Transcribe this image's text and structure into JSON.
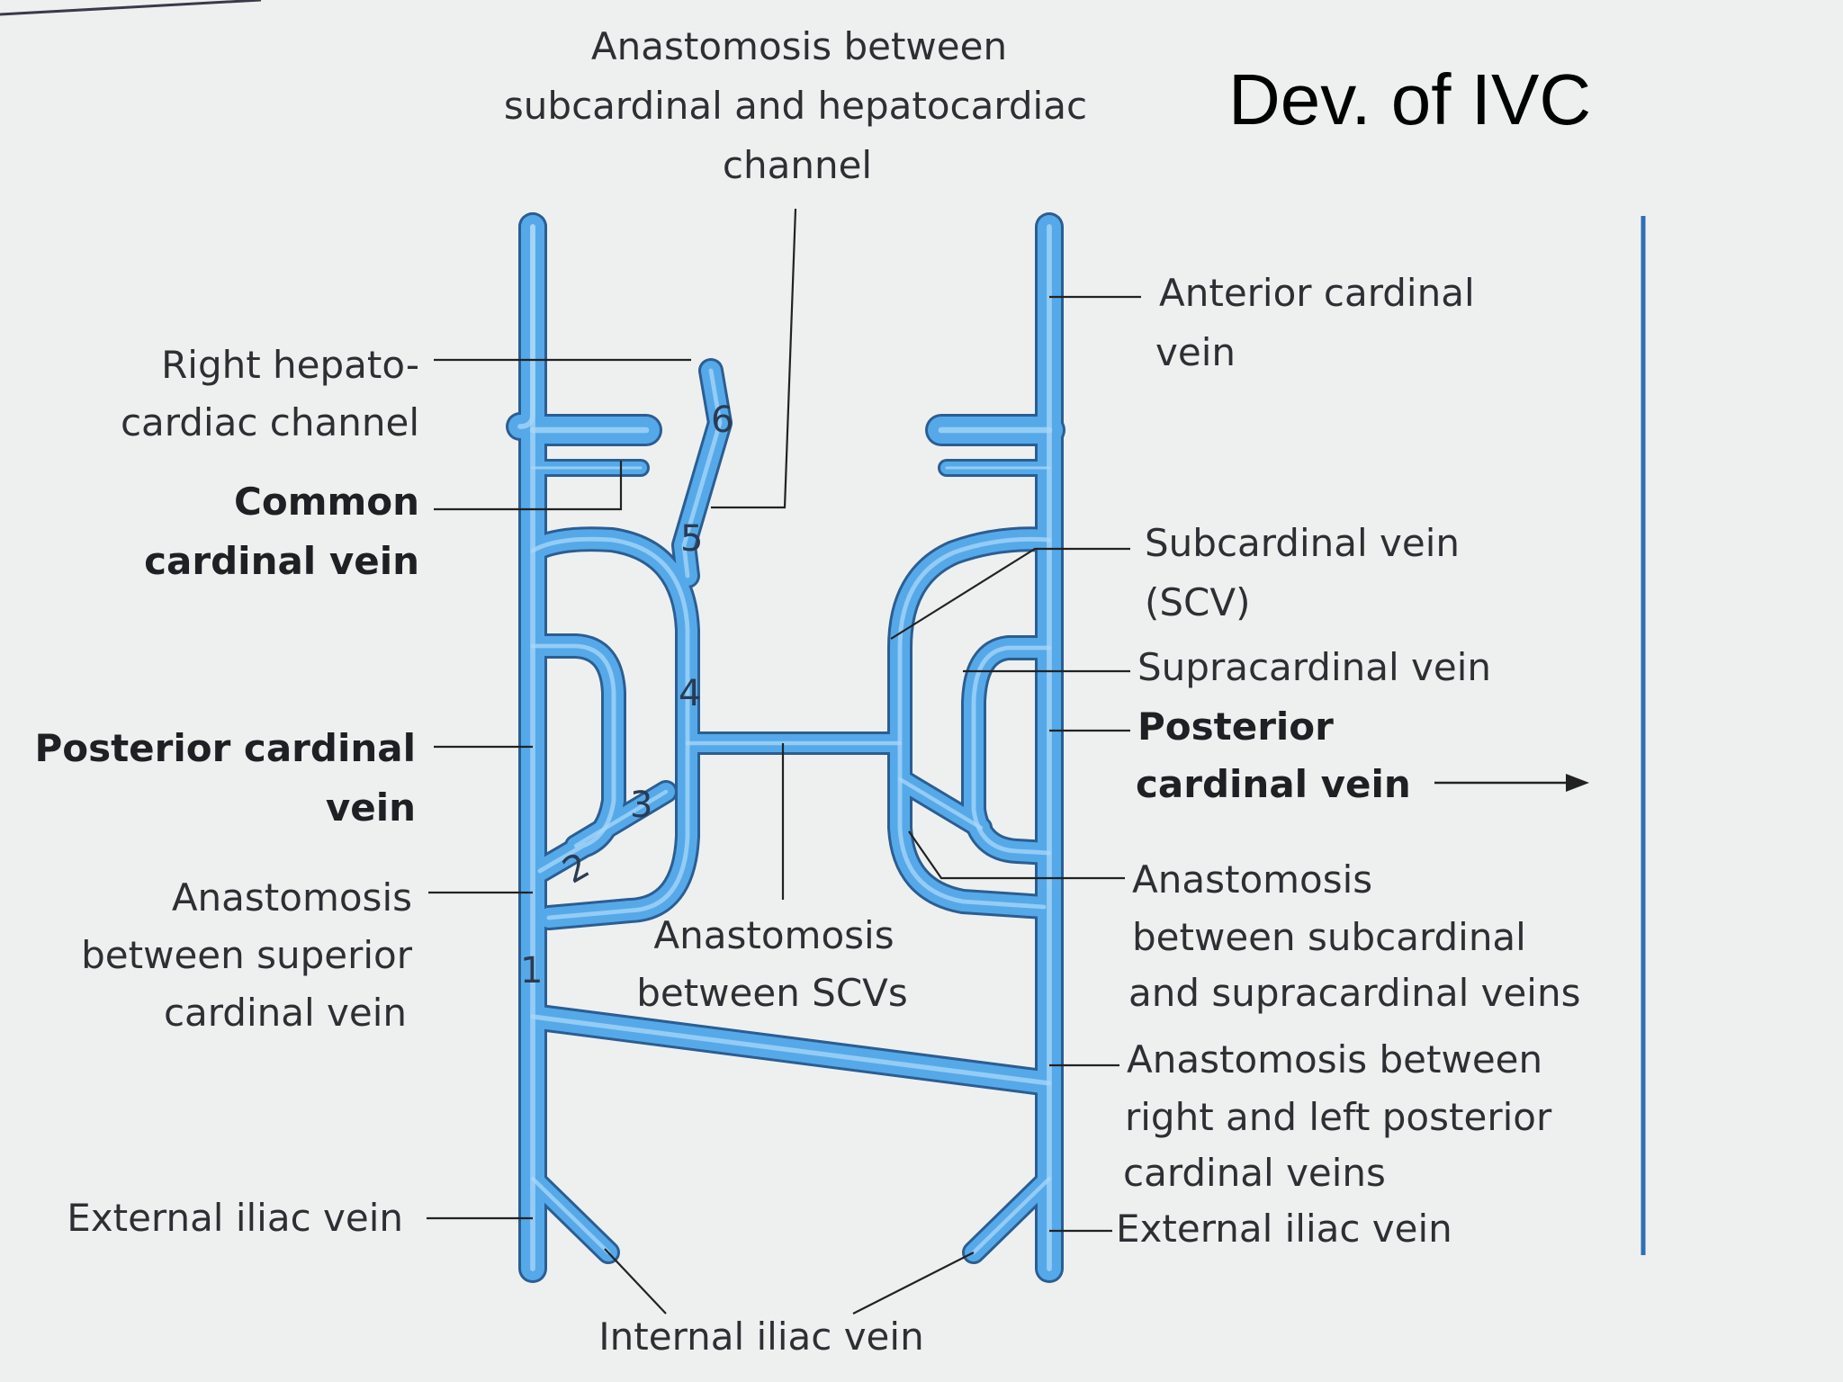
{
  "title": "Dev. of IVC",
  "labels": {
    "top_anastomosis": [
      "Anastomosis between",
      "subcardinal and hepatocardiac",
      "channel"
    ],
    "right_hepatocardiac": [
      "Right hepato-",
      "cardiac channel"
    ],
    "common_cardinal": [
      "Common",
      "cardinal vein"
    ],
    "posterior_cardinal_left": [
      "Posterior cardinal",
      "vein"
    ],
    "anast_superior_cardinal": [
      "Anastomosis",
      "between superior",
      "cardinal vein"
    ],
    "external_iliac_left": "External iliac vein",
    "internal_iliac": "Internal iliac vein",
    "anast_scvs": [
      "Anastomosis",
      "between SCVs"
    ],
    "anterior_cardinal": [
      "Anterior cardinal",
      "vein"
    ],
    "subcardinal": [
      "Subcardinal vein",
      "(SCV)"
    ],
    "supracardinal": "Supracardinal vein",
    "posterior_cardinal_right": [
      "Posterior",
      "cardinal vein"
    ],
    "anast_sub_supra": [
      "Anastomosis",
      "between subcardinal",
      "and supracardinal veins"
    ],
    "anast_posterior": [
      "Anastomosis between",
      "right and left posterior",
      "cardinal veins"
    ],
    "external_iliac_right": "External iliac vein"
  },
  "segment_numbers": [
    "1",
    "2",
    "3",
    "4",
    "5",
    "6"
  ],
  "colors": {
    "vein_fill": "#55a9e8",
    "vein_edge": "#2b5e92",
    "vein_highlight": "#aad8fa",
    "text": "#2e2f33",
    "background": "#eef0f0"
  },
  "arrow_icon": "right-arrow-icon"
}
